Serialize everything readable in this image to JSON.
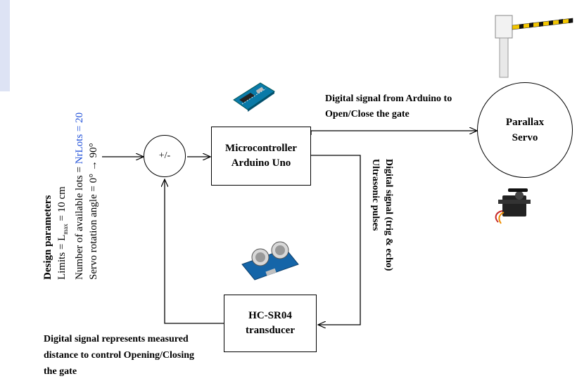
{
  "design": {
    "heading": "Design parameters",
    "limits_prefix": "Limits = L",
    "limits_sub": "max",
    "limits_suffix": " = 10 cm",
    "lots_prefix": "Number of available lots = ",
    "lots_value": "NrLots = 20",
    "servo": "Servo rotation angle = 0° → 90°"
  },
  "summing_junction": {
    "label": "+/-"
  },
  "microcontroller": {
    "line1": "Microcontroller",
    "line2": "Arduino Uno"
  },
  "servo_node": {
    "line1": "Parallax",
    "line2": "Servo"
  },
  "transducer": {
    "line1": "HC-SR04",
    "line2": "transducer"
  },
  "signal_top": {
    "line1": "Digital signal from Arduino to",
    "line2": "Open/Close the gate"
  },
  "signal_right": {
    "line1": "Digital signal (trig & echo)",
    "line2": "Ultrasonic pulses"
  },
  "signal_bottom": {
    "line1": "Digital signal represents measured",
    "line2": "distance to control Opening/Closing",
    "line3": "the gate"
  },
  "colors": {
    "accent_blue": "#1f4fd8",
    "sidebar": "#dde3f4",
    "arduino": "#0a7aa8",
    "servo_body": "#222222"
  },
  "images": [
    "arduino-board-image",
    "ultrasonic-sensor-image",
    "servo-motor-image",
    "parking-gate-image"
  ]
}
